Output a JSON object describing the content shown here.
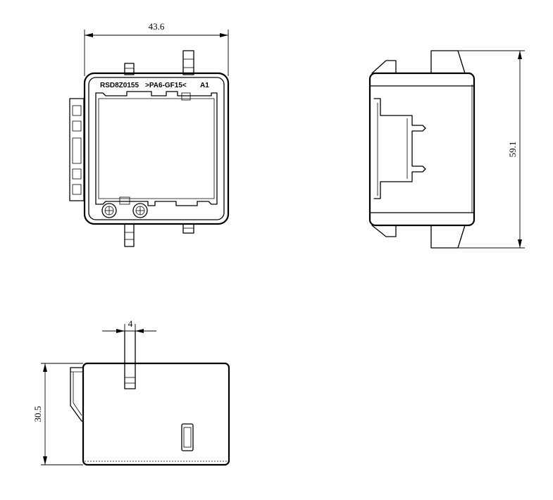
{
  "front_view": {
    "part_code": "RSD8Z0155",
    "material_mark": ">PA6-GF15<",
    "revision_mark": "A1",
    "width_dimension": "43.6"
  },
  "side_view": {
    "height_dimension": "59.1"
  },
  "bottom_view": {
    "pin_width_dimension": "4",
    "depth_dimension": "30.5"
  }
}
